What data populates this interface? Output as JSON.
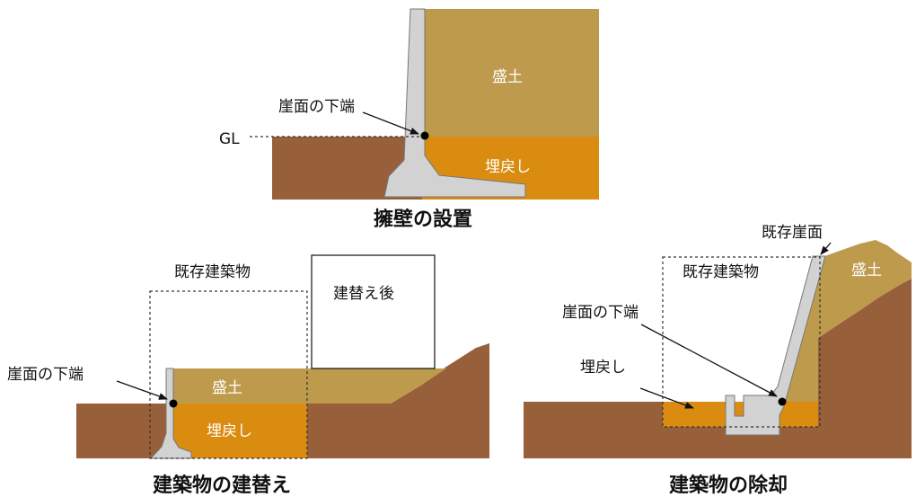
{
  "colors": {
    "soil": "#97603A",
    "fill_soil": "#BE9A4D",
    "backfill": "#D98C10",
    "concrete": "#D2D2D2",
    "outline": "#777777"
  },
  "panel_top": {
    "caption": "擁壁の設置",
    "fill_label": "盛土",
    "backfill_label": "埋戻し",
    "cliff_bottom_label": "崖面の下端",
    "gl_label": "GL"
  },
  "panel_left": {
    "caption": "建築物の建替え",
    "existing_building_label": "既存建築物",
    "rebuilt_label": "建替え後",
    "cliff_bottom_label": "崖面の下端",
    "fill_label": "盛土",
    "backfill_label": "埋戻し"
  },
  "panel_right": {
    "caption": "建築物の除却",
    "existing_cliff_label": "既存崖面",
    "existing_building_label": "既存建築物",
    "cliff_bottom_label": "崖面の下端",
    "backfill_label": "埋戻し",
    "fill_label": "盛土"
  }
}
